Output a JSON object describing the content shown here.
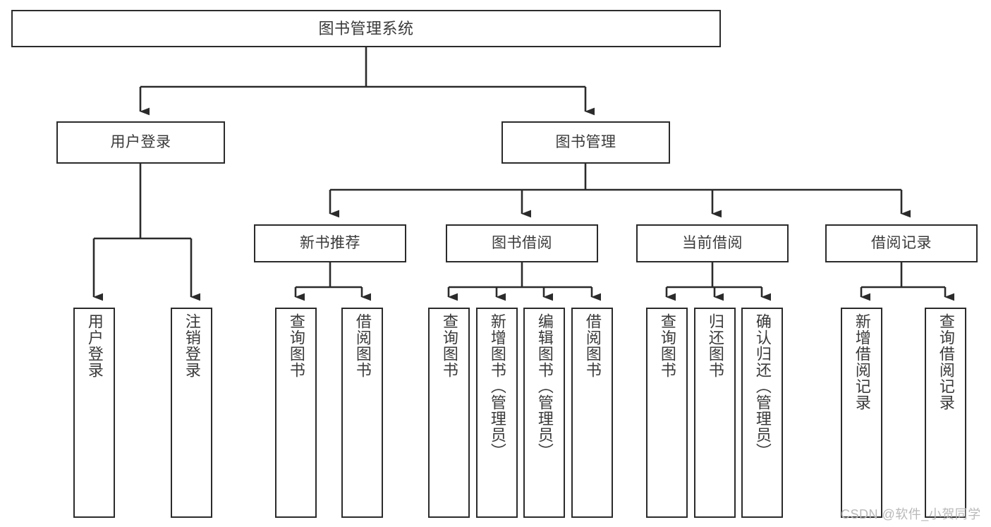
{
  "diagram": {
    "type": "tree",
    "title": "图书管理系统",
    "orientation": "top-down",
    "colors": {
      "background": "#ffffff",
      "node_border": "#2b2b2b",
      "node_fill": "#ffffff",
      "text": "#3a3a3a",
      "edge": "#2b2b2b",
      "watermark": "#b9b9b9"
    }
  },
  "root": {
    "label": "图书管理系统"
  },
  "level2": [
    {
      "label": "用户登录"
    },
    {
      "label": "图书管理"
    }
  ],
  "level3": [
    {
      "label": "新书推荐"
    },
    {
      "label": "图书借阅"
    },
    {
      "label": "当前借阅"
    },
    {
      "label": "借阅记录"
    }
  ],
  "leaves": {
    "user_login": [
      {
        "label": "用户登录"
      },
      {
        "label": "注销登录"
      }
    ],
    "new_book_recommend": [
      {
        "label": "查询图书"
      },
      {
        "label": "借阅图书"
      }
    ],
    "book_borrow": [
      {
        "label": "查询图书"
      },
      {
        "label": "新增图书（管理员）"
      },
      {
        "label": "编辑图书（管理员）"
      },
      {
        "label": "借阅图书"
      }
    ],
    "current_borrow": [
      {
        "label": "查询图书"
      },
      {
        "label": "归还图书"
      },
      {
        "label": "确认归还（管理员）"
      }
    ],
    "borrow_record": [
      {
        "label": "新增借阅记录"
      },
      {
        "label": "查询借阅记录"
      }
    ]
  },
  "watermark": {
    "text": "CSDN @软件_小贺同学"
  }
}
